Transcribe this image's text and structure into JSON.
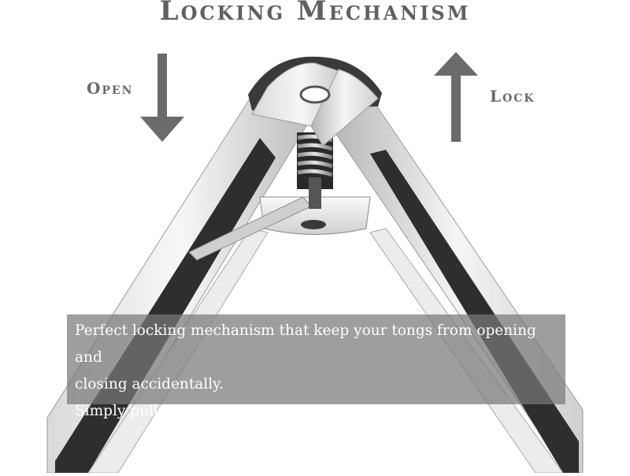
{
  "title": "Locking Mechanism",
  "labels": {
    "open": "Open",
    "lock": "Lock"
  },
  "caption": {
    "lines": [
      "Perfect locking mechanism that keep your tongs from opening and",
      "closing accidentally.",
      "Simply pull the ring to lock and push to unlock."
    ]
  },
  "icons": {
    "open_arrow": "arrow-down-icon",
    "lock_arrow": "arrow-up-icon"
  },
  "colors": {
    "text_gray": "#606060",
    "steel_light": "#e8e8e8",
    "steel_dark": "#3a3a3a",
    "caption_bg": "#787878"
  }
}
